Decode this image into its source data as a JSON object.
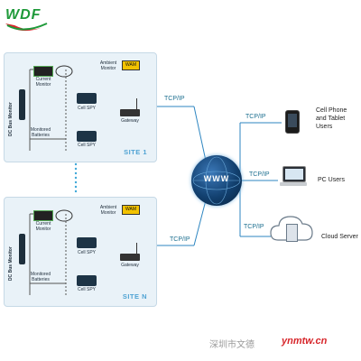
{
  "logo": {
    "text": "WDF"
  },
  "site1": {
    "label": "SITE 1",
    "dc_bus_monitor": "DC Bus Monitor",
    "current_monitor": "Current\nMonitor",
    "ambient_monitor": "Ambient\nMonitor",
    "wam": "WAM",
    "cell_spy_top": "Cell SPY",
    "cell_spy_bottom": "Cell SPY",
    "gateway": "Gateway",
    "monitored_batteries": "Monitored\nBatteries"
  },
  "siteN": {
    "label": "SITE N",
    "dc_bus_monitor": "DC Bus Monitor",
    "current_monitor": "Current\nMonitor",
    "ambient_monitor": "Ambient\nMonitor",
    "wam": "WAM",
    "cell_spy_top": "Cell SPY",
    "cell_spy_bottom": "Cell SPY",
    "gateway": "Gateway",
    "monitored_batteries": "Monitored\nBatteries"
  },
  "links": {
    "site1_tcp": "TCP/IP",
    "siteN_tcp": "TCP/IP",
    "phone_tcp": "TCP/IP",
    "pc_tcp": "TCP/IP",
    "cloud_tcp": "TCP/IP"
  },
  "globe": {
    "label": "WWW"
  },
  "endpoints": {
    "phone": "Cell Phone\nand Tablet\nUsers",
    "pc": "PC Users",
    "cloud": "Cloud Server"
  },
  "watermark": {
    "site": "深圳市文德",
    "domain": "ynmtw.cn"
  },
  "colors": {
    "logo_green": "#1f9a3a",
    "logo_red": "#d7262b",
    "site_bg": "#e9f2f8",
    "line": "#2e86c1",
    "tcp_text": "#1b6e8f",
    "wam_bg": "#f2c200",
    "globe": "#0f3a6b"
  }
}
